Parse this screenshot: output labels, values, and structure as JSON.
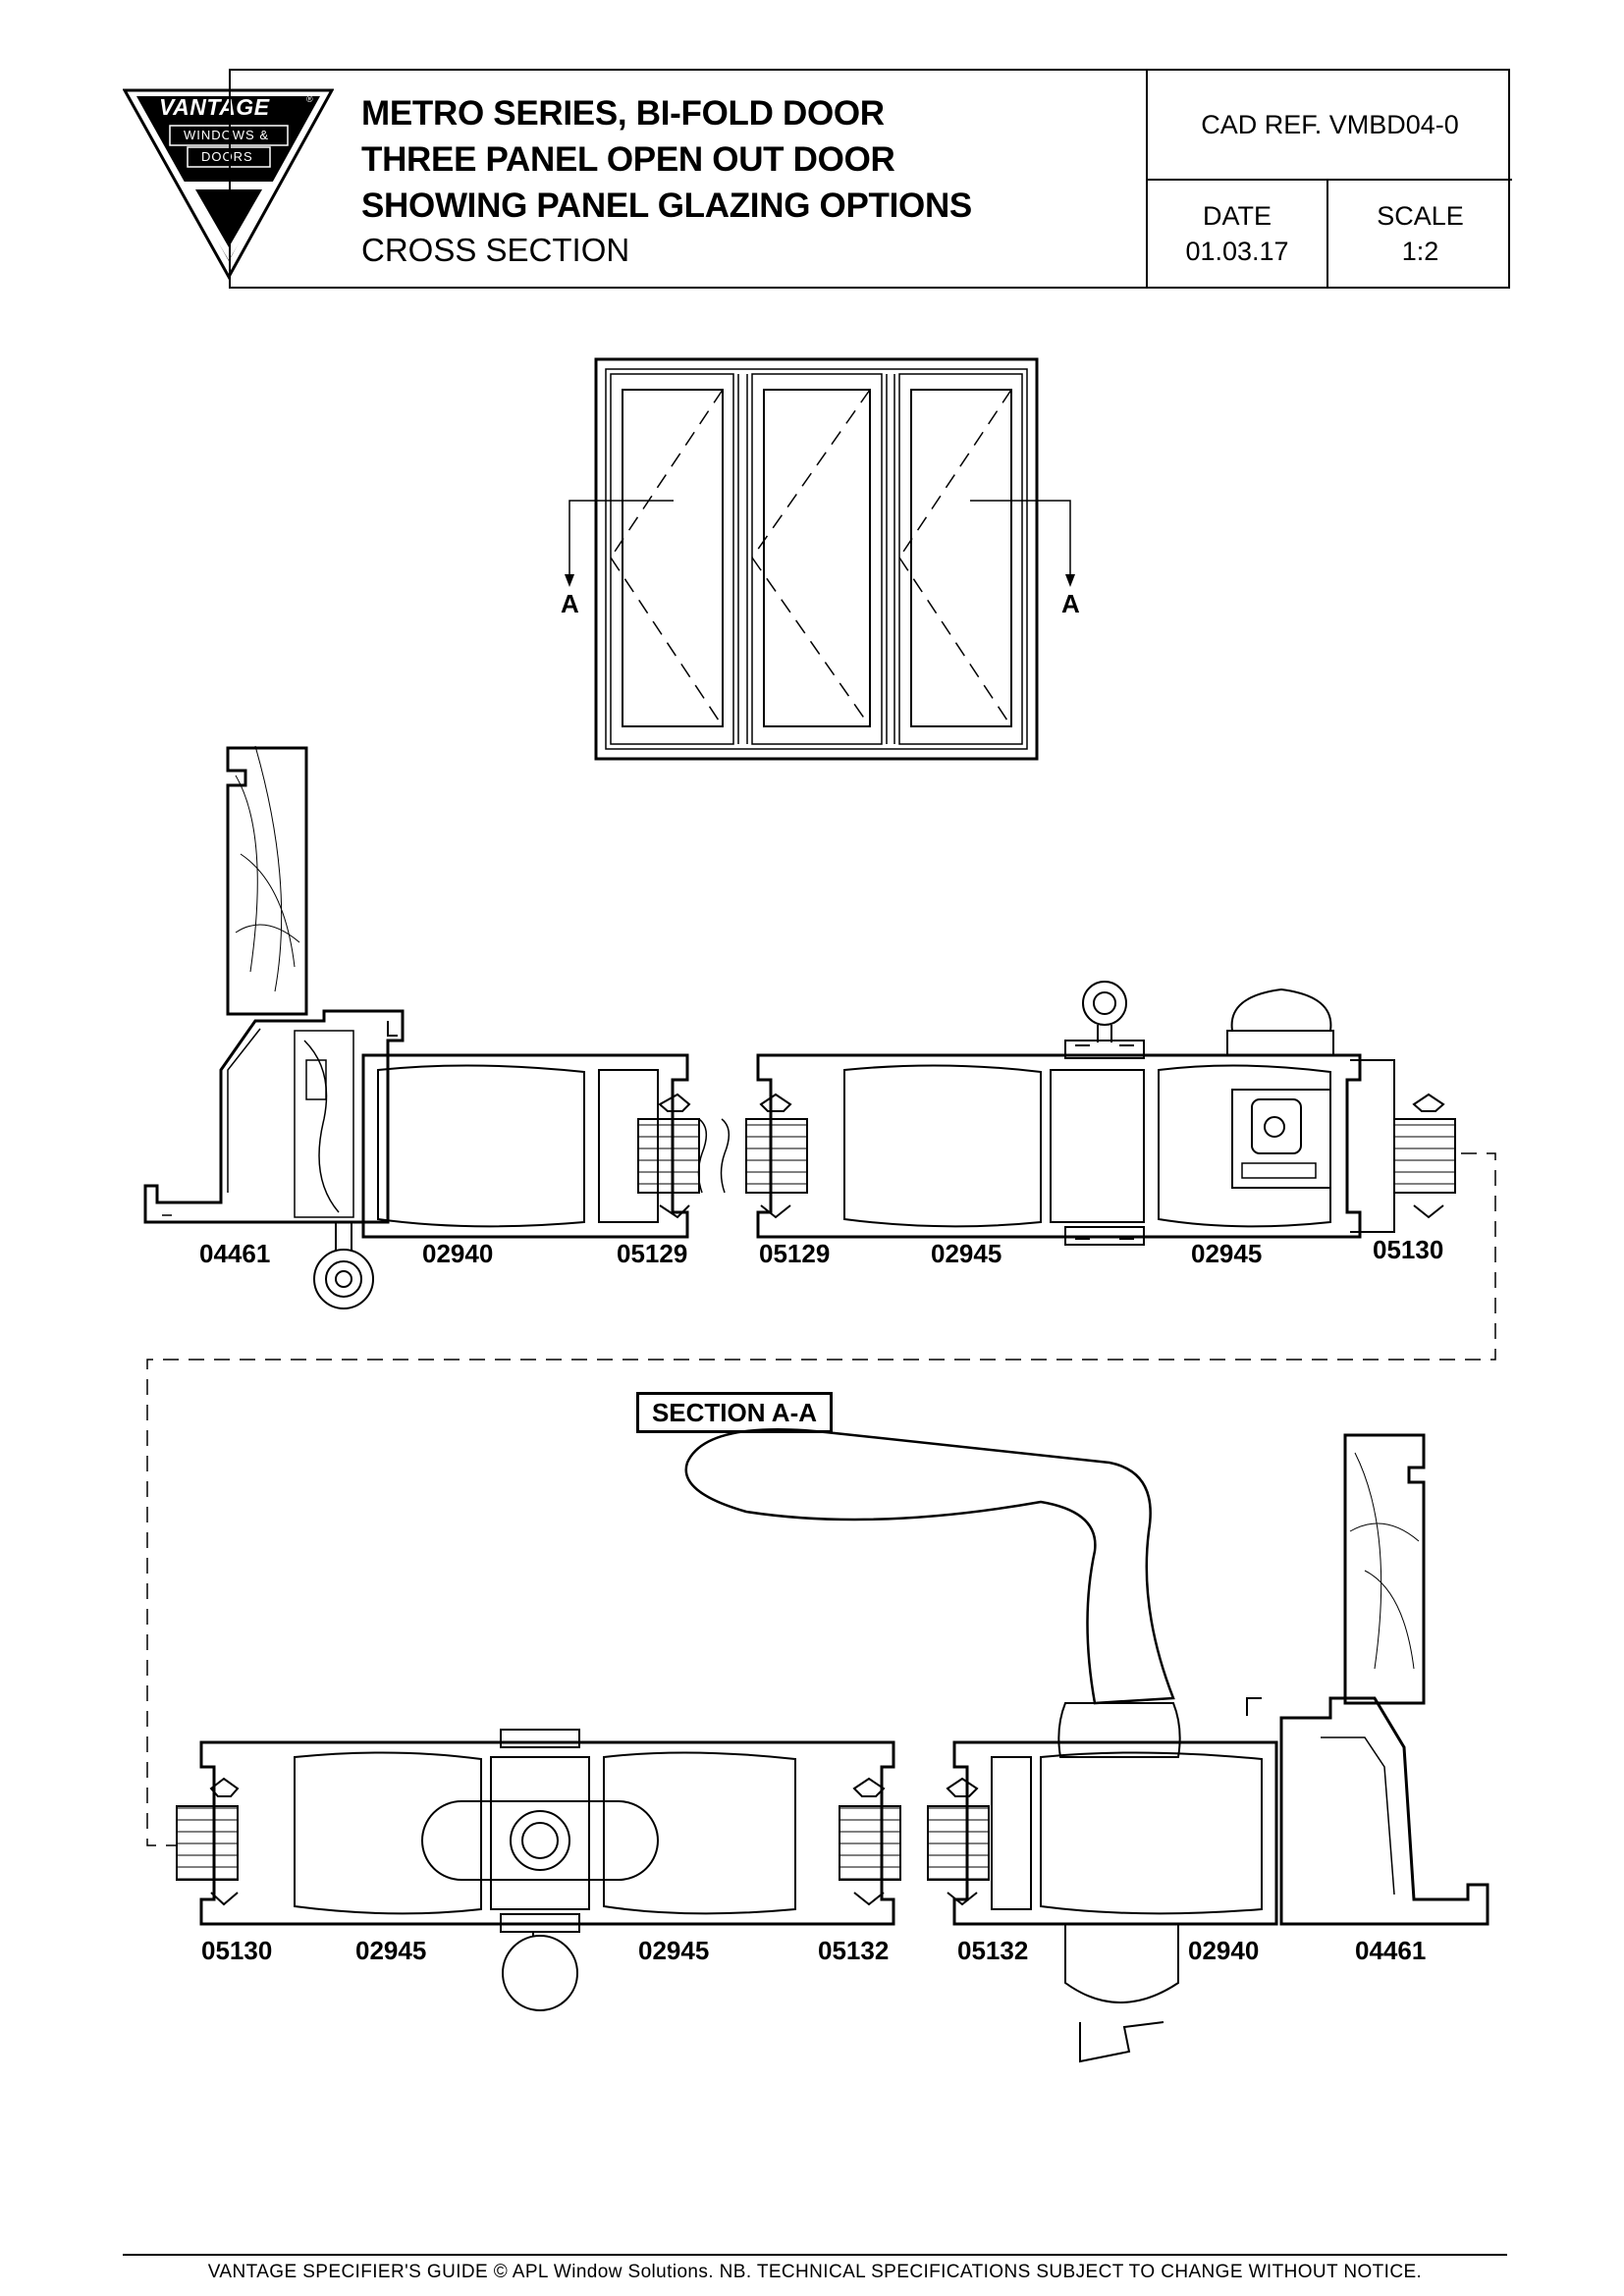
{
  "title_block": {
    "title_lines": [
      "METRO SERIES, BI-FOLD DOOR",
      "THREE PANEL OPEN OUT DOOR",
      "SHOWING PANEL GLAZING OPTIONS"
    ],
    "subtitle": "CROSS SECTION",
    "cad_ref": "CAD REF.  VMBD04-0",
    "date_label": "DATE",
    "date_value": "01.03.17",
    "scale_label": "SCALE",
    "scale_value": "1:2"
  },
  "logo": {
    "brand": "VANTAGE",
    "registered": "®",
    "line1": "WINDOWS &",
    "line2": "DOORS"
  },
  "elevation": {
    "section_marker_left": "A",
    "section_marker_right": "A"
  },
  "section": {
    "label": "SECTION A-A",
    "top_row_codes": [
      "04461",
      "02940",
      "05129",
      "05129",
      "02945",
      "02945",
      "05130"
    ],
    "bottom_row_codes": [
      "05130",
      "02945",
      "02945",
      "05132",
      "05132",
      "02940",
      "04461"
    ]
  },
  "footer": {
    "text": "VANTAGE SPECIFIER'S GUIDE   © APL Window Solutions. NB. TECHNICAL SPECIFICATIONS SUBJECT TO CHANGE WITHOUT NOTICE."
  }
}
